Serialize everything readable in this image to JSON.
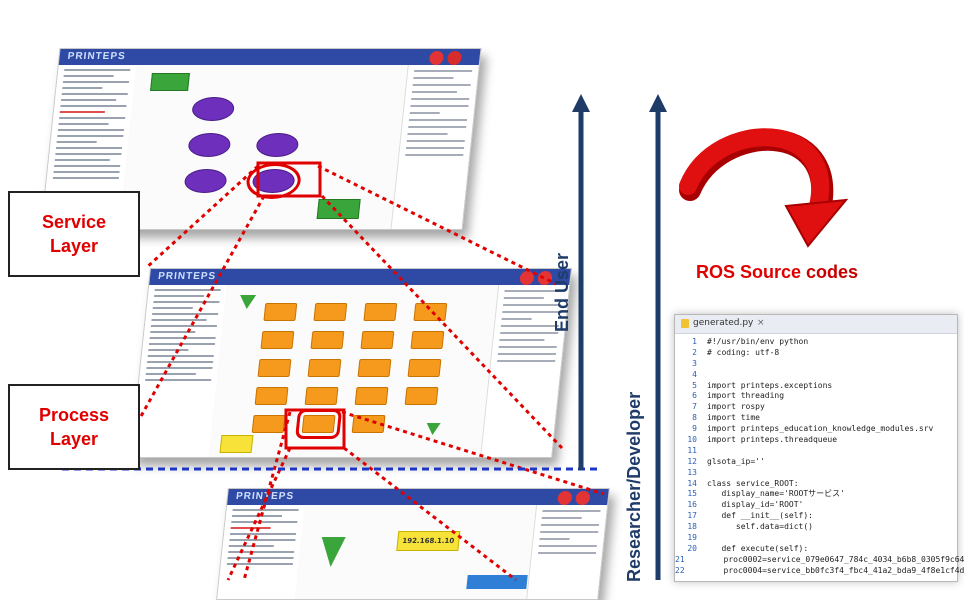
{
  "labels": {
    "service": [
      "Service",
      "Layer"
    ],
    "process": [
      "Process",
      "Layer"
    ],
    "end_user": "End User",
    "researcher": "Researcher/Developer",
    "ros_source": "ROS Source ",
    "ros_codes": "codes"
  },
  "code_window": {
    "tab_name": "generated.py",
    "tab_close": "×",
    "lines": [
      {
        "n": "1",
        "t": "#!/usr/bin/env python"
      },
      {
        "n": "2",
        "t": "# coding: utf-8"
      },
      {
        "n": "3",
        "t": ""
      },
      {
        "n": "4",
        "t": ""
      },
      {
        "n": "5",
        "t": "import printeps.exceptions"
      },
      {
        "n": "6",
        "t": "import threading"
      },
      {
        "n": "7",
        "t": "import rospy"
      },
      {
        "n": "8",
        "t": "import time"
      },
      {
        "n": "9",
        "t": "import printeps_education_knowledge_modules.srv"
      },
      {
        "n": "10",
        "t": "import printeps.threadqueue"
      },
      {
        "n": "11",
        "t": ""
      },
      {
        "n": "12",
        "t": "glsota_ip=''"
      },
      {
        "n": "13",
        "t": ""
      },
      {
        "n": "14",
        "t": "class service_ROOT:"
      },
      {
        "n": "15",
        "t": "   display_name='ROOTサービス'"
      },
      {
        "n": "16",
        "t": "   display_id='ROOT'"
      },
      {
        "n": "17",
        "t": "   def __init__(self):"
      },
      {
        "n": "18",
        "t": "      self.data=dict()"
      },
      {
        "n": "19",
        "t": ""
      },
      {
        "n": "20",
        "t": "   def execute(self):"
      },
      {
        "n": "21",
        "t": "      proc0002=service_079e0647_784c_4034_b6b8_0305f9c64"
      },
      {
        "n": "22",
        "t": "      proc0004=service_bb0fc3f4_fbc4_41a2_bda9_4f8e1cf4d"
      }
    ]
  },
  "panel_mock": {
    "ip_label": "192.168.1.10"
  },
  "colors": {
    "dotted_red": "#e00000",
    "arrow_navy": "#1f3b68",
    "baseline_blue": "#1b36c8",
    "orange_node": "#f59a1c",
    "purple_node": "#6f2fbd",
    "green_node": "#3aa53a"
  }
}
